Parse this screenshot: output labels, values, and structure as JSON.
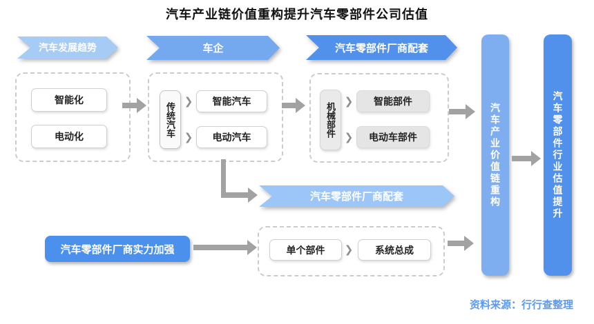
{
  "title": "汽车产业链价值重构提升汽车零部件公司估值",
  "icons": {
    "chevron": "❯"
  },
  "banners": {
    "trend": {
      "label": "汽车发展趋势",
      "color": "#a6cbf5"
    },
    "oem": {
      "label": "车企",
      "color": "#74a9f0"
    },
    "supplier_top": {
      "label": "汽车零部件厂商配套",
      "color": "#5191ec"
    },
    "supplier_mid": {
      "label": "汽车零部件厂商配套",
      "color": "#9cc6f7"
    }
  },
  "trend_box": {
    "items": [
      "智能化",
      "电动化"
    ]
  },
  "oem_box": {
    "source": "传统汽车",
    "targets": [
      "智能汽车",
      "电动汽车"
    ]
  },
  "parts_box": {
    "source": "机械部件",
    "targets": [
      "智能部件",
      "电动车部件"
    ]
  },
  "strength": {
    "label": "汽车零部件厂商实力加强",
    "color": "#4a90ec"
  },
  "upgrade_box": {
    "steps": [
      "单个部件",
      "系统总成"
    ]
  },
  "bars": {
    "value_chain": {
      "label": "汽车产业价值链重构",
      "color": "#7faef0"
    },
    "valuation": {
      "label": "汽车零部件行业估值提升",
      "color": "#5190eb"
    }
  },
  "source_note": "资料来源：行行查整理"
}
